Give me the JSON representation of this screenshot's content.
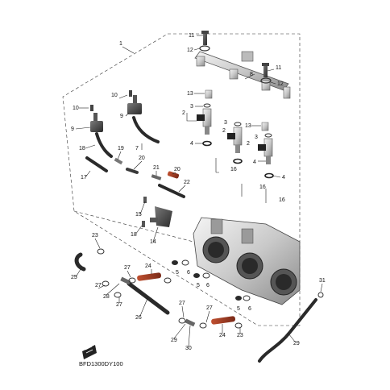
{
  "diagram": {
    "reference_code": "BFD1300DY100",
    "callouts": [
      {
        "id": "c1",
        "label": "1"
      },
      {
        "id": "c2a",
        "label": "2"
      },
      {
        "id": "c2b",
        "label": "2"
      },
      {
        "id": "c2c",
        "label": "2"
      },
      {
        "id": "c3a",
        "label": "3"
      },
      {
        "id": "c3b",
        "label": "3"
      },
      {
        "id": "c3c",
        "label": "3"
      },
      {
        "id": "c4a",
        "label": "4"
      },
      {
        "id": "c4b",
        "label": "4"
      },
      {
        "id": "c4c",
        "label": "4"
      },
      {
        "id": "c5a",
        "label": "5"
      },
      {
        "id": "c5b",
        "label": "5"
      },
      {
        "id": "c5c",
        "label": "5"
      },
      {
        "id": "c6a",
        "label": "6"
      },
      {
        "id": "c6b",
        "label": "6"
      },
      {
        "id": "c6c",
        "label": "6"
      },
      {
        "id": "c7",
        "label": "7"
      },
      {
        "id": "c8",
        "label": "8"
      },
      {
        "id": "c9a",
        "label": "9"
      },
      {
        "id": "c9b",
        "label": "9"
      },
      {
        "id": "c10a",
        "label": "10"
      },
      {
        "id": "c10b",
        "label": "10"
      },
      {
        "id": "c11a",
        "label": "11"
      },
      {
        "id": "c11b",
        "label": "11"
      },
      {
        "id": "c12a",
        "label": "12"
      },
      {
        "id": "c12b",
        "label": "12"
      },
      {
        "id": "c13a",
        "label": "13"
      },
      {
        "id": "c13b",
        "label": "13"
      },
      {
        "id": "c14",
        "label": "14"
      },
      {
        "id": "c15",
        "label": "15"
      },
      {
        "id": "c16a",
        "label": "16"
      },
      {
        "id": "c16b",
        "label": "16"
      },
      {
        "id": "c16c",
        "label": "16"
      },
      {
        "id": "c17",
        "label": "17"
      },
      {
        "id": "c18a",
        "label": "18"
      },
      {
        "id": "c18b",
        "label": "18"
      },
      {
        "id": "c19",
        "label": "19"
      },
      {
        "id": "c20a",
        "label": "20"
      },
      {
        "id": "c20b",
        "label": "20"
      },
      {
        "id": "c21",
        "label": "21"
      },
      {
        "id": "c22",
        "label": "22"
      },
      {
        "id": "c23a",
        "label": "23"
      },
      {
        "id": "c23b",
        "label": "23"
      },
      {
        "id": "c24a",
        "label": "24"
      },
      {
        "id": "c24b",
        "label": "24"
      },
      {
        "id": "c25",
        "label": "25"
      },
      {
        "id": "c26",
        "label": "26"
      },
      {
        "id": "c27a",
        "label": "27"
      },
      {
        "id": "c27b",
        "label": "27"
      },
      {
        "id": "c27c",
        "label": "27"
      },
      {
        "id": "c27d",
        "label": "27"
      },
      {
        "id": "c27e",
        "label": "27"
      },
      {
        "id": "c28",
        "label": "28"
      },
      {
        "id": "c29a",
        "label": "29"
      },
      {
        "id": "c29b",
        "label": "29"
      },
      {
        "id": "c30",
        "label": "30"
      },
      {
        "id": "c31",
        "label": "31"
      }
    ]
  }
}
